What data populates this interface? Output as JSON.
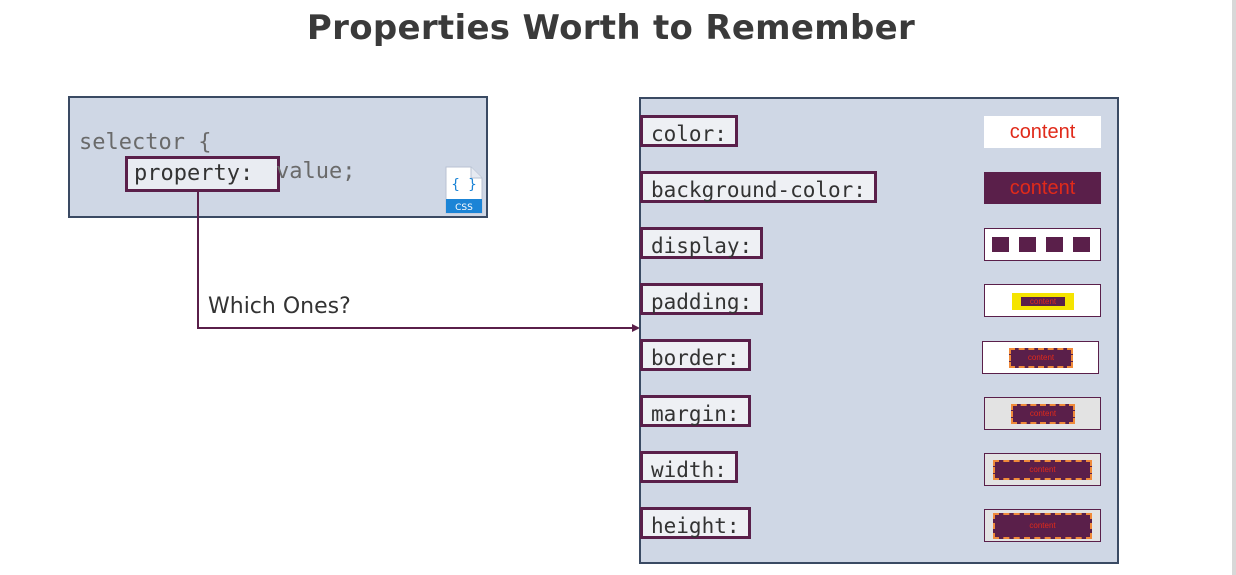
{
  "title": "Properties Worth to Remember",
  "code": {
    "line1": "selector {",
    "property": "property:",
    "value": "value;",
    "icon_label": "CSS",
    "icon_braces": "{ }"
  },
  "connector_label": "Which Ones?",
  "properties": [
    {
      "label": "color:"
    },
    {
      "label": "background-color:"
    },
    {
      "label": "display:"
    },
    {
      "label": "padding:"
    },
    {
      "label": "border:"
    },
    {
      "label": "margin:"
    },
    {
      "label": "width:"
    },
    {
      "label": "height:"
    }
  ],
  "demo_text": "content",
  "colors": {
    "accent": "#5a1f4a",
    "panel": "#cfd7e5",
    "text_red": "#e02a1a",
    "highlight": "#f5e400"
  }
}
